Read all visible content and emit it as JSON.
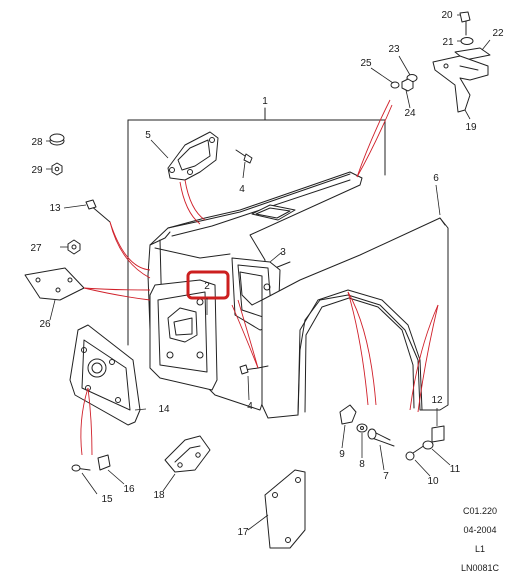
{
  "diagram": {
    "callouts": {
      "c1": "1",
      "c2": "2",
      "c3": "3",
      "c4a": "4",
      "c4b": "4",
      "c5": "5",
      "c6": "6",
      "c7": "7",
      "c8": "8",
      "c9": "9",
      "c10": "10",
      "c11": "11",
      "c12": "12",
      "c13": "13",
      "c14": "14",
      "c15": "15",
      "c16": "16",
      "c17": "17",
      "c18": "18",
      "c19": "19",
      "c20": "20",
      "c21": "21",
      "c22": "22",
      "c23": "23",
      "c24": "24",
      "c25": "25",
      "c26": "26",
      "c27": "27",
      "c28": "28",
      "c29": "29"
    },
    "highlight_color": "#cc1f1f",
    "leader_color": "#d0202a",
    "footer": {
      "code": "C01.220",
      "date": "04-2004",
      "level": "L1",
      "ref": "LN0081C"
    }
  }
}
